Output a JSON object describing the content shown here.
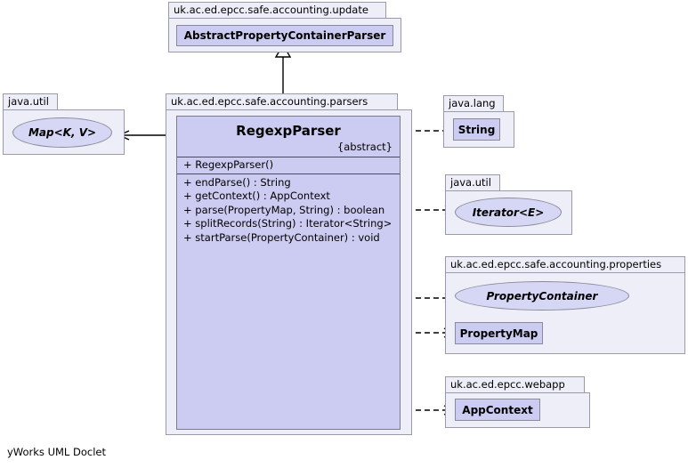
{
  "diagram": {
    "tool_footer": "yWorks UML Doclet",
    "colors": {
      "class_fill": "#ccccf2",
      "package_fill": "#eeeef9",
      "interface_fill": "#d6d6f5",
      "border": "#8a8a99",
      "edge": "#000000"
    }
  },
  "packages": {
    "update": {
      "label": "uk.ac.ed.epcc.safe.accounting.update",
      "classes": [
        {
          "name": "AbstractPropertyContainerParser",
          "kind": "class"
        }
      ]
    },
    "parsers": {
      "label": "uk.ac.ed.epcc.safe.accounting.parsers",
      "classes": [
        {
          "name": "RegexpParser",
          "kind": "class",
          "stereotype": "{abstract}",
          "constructors": [
            "+ RegexpParser()"
          ],
          "operations": [
            "+ endParse() : String",
            "+ getContext() : AppContext",
            "+ parse(PropertyMap, String) : boolean",
            "+ splitRecords(String) : Iterator<String>",
            "+ startParse(PropertyContainer) : void"
          ]
        }
      ]
    },
    "java_util_left": {
      "label": "java.util",
      "classes": [
        {
          "name": "Map<K, V>",
          "kind": "interface"
        }
      ]
    },
    "java_lang": {
      "label": "java.lang",
      "classes": [
        {
          "name": "String",
          "kind": "class"
        }
      ]
    },
    "java_util_right": {
      "label": "java.util",
      "classes": [
        {
          "name": "Iterator<E>",
          "kind": "interface"
        }
      ]
    },
    "properties": {
      "label": "uk.ac.ed.epcc.safe.accounting.properties",
      "classes": [
        {
          "name": "PropertyContainer",
          "kind": "interface"
        },
        {
          "name": "PropertyMap",
          "kind": "class"
        }
      ]
    },
    "webapp": {
      "label": "uk.ac.ed.epcc.webapp",
      "classes": [
        {
          "name": "AppContext",
          "kind": "class"
        }
      ]
    }
  },
  "relationships": [
    {
      "type": "generalization",
      "from": "RegexpParser",
      "to": "AbstractPropertyContainerParser",
      "style": "solid-hollow-triangle"
    },
    {
      "type": "association",
      "from": "RegexpParser",
      "to": "Map<K, V>",
      "style": "solid-open-arrow"
    },
    {
      "type": "dependency",
      "from": "RegexpParser",
      "to": "String",
      "style": "dashed-open-arrow"
    },
    {
      "type": "dependency",
      "from": "RegexpParser",
      "to": "Iterator<E>",
      "style": "dashed-open-arrow"
    },
    {
      "type": "dependency",
      "from": "RegexpParser",
      "to": "PropertyContainer",
      "style": "dashed-open-arrow"
    },
    {
      "type": "dependency",
      "from": "RegexpParser",
      "to": "PropertyMap",
      "style": "dashed-open-arrow"
    },
    {
      "type": "dependency",
      "from": "RegexpParser",
      "to": "AppContext",
      "style": "dashed-open-arrow"
    }
  ]
}
